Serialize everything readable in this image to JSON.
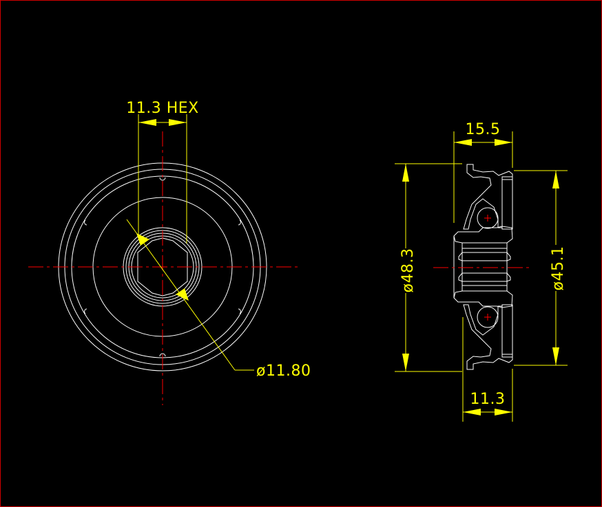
{
  "drawing": {
    "front_view": {
      "hex_dimension": "11.3 HEX",
      "bore_diameter": "ø11.80"
    },
    "section_view": {
      "overall_width": "15.5",
      "outer_diameter": "ø48.3",
      "housing_diameter": "ø45.1",
      "inner_width": "11.3"
    }
  },
  "colors": {
    "background": "#000000",
    "geometry": "#ffffff",
    "dimensions": "#ffff00",
    "centerlines": "#ff0000",
    "border": "#d00000"
  }
}
